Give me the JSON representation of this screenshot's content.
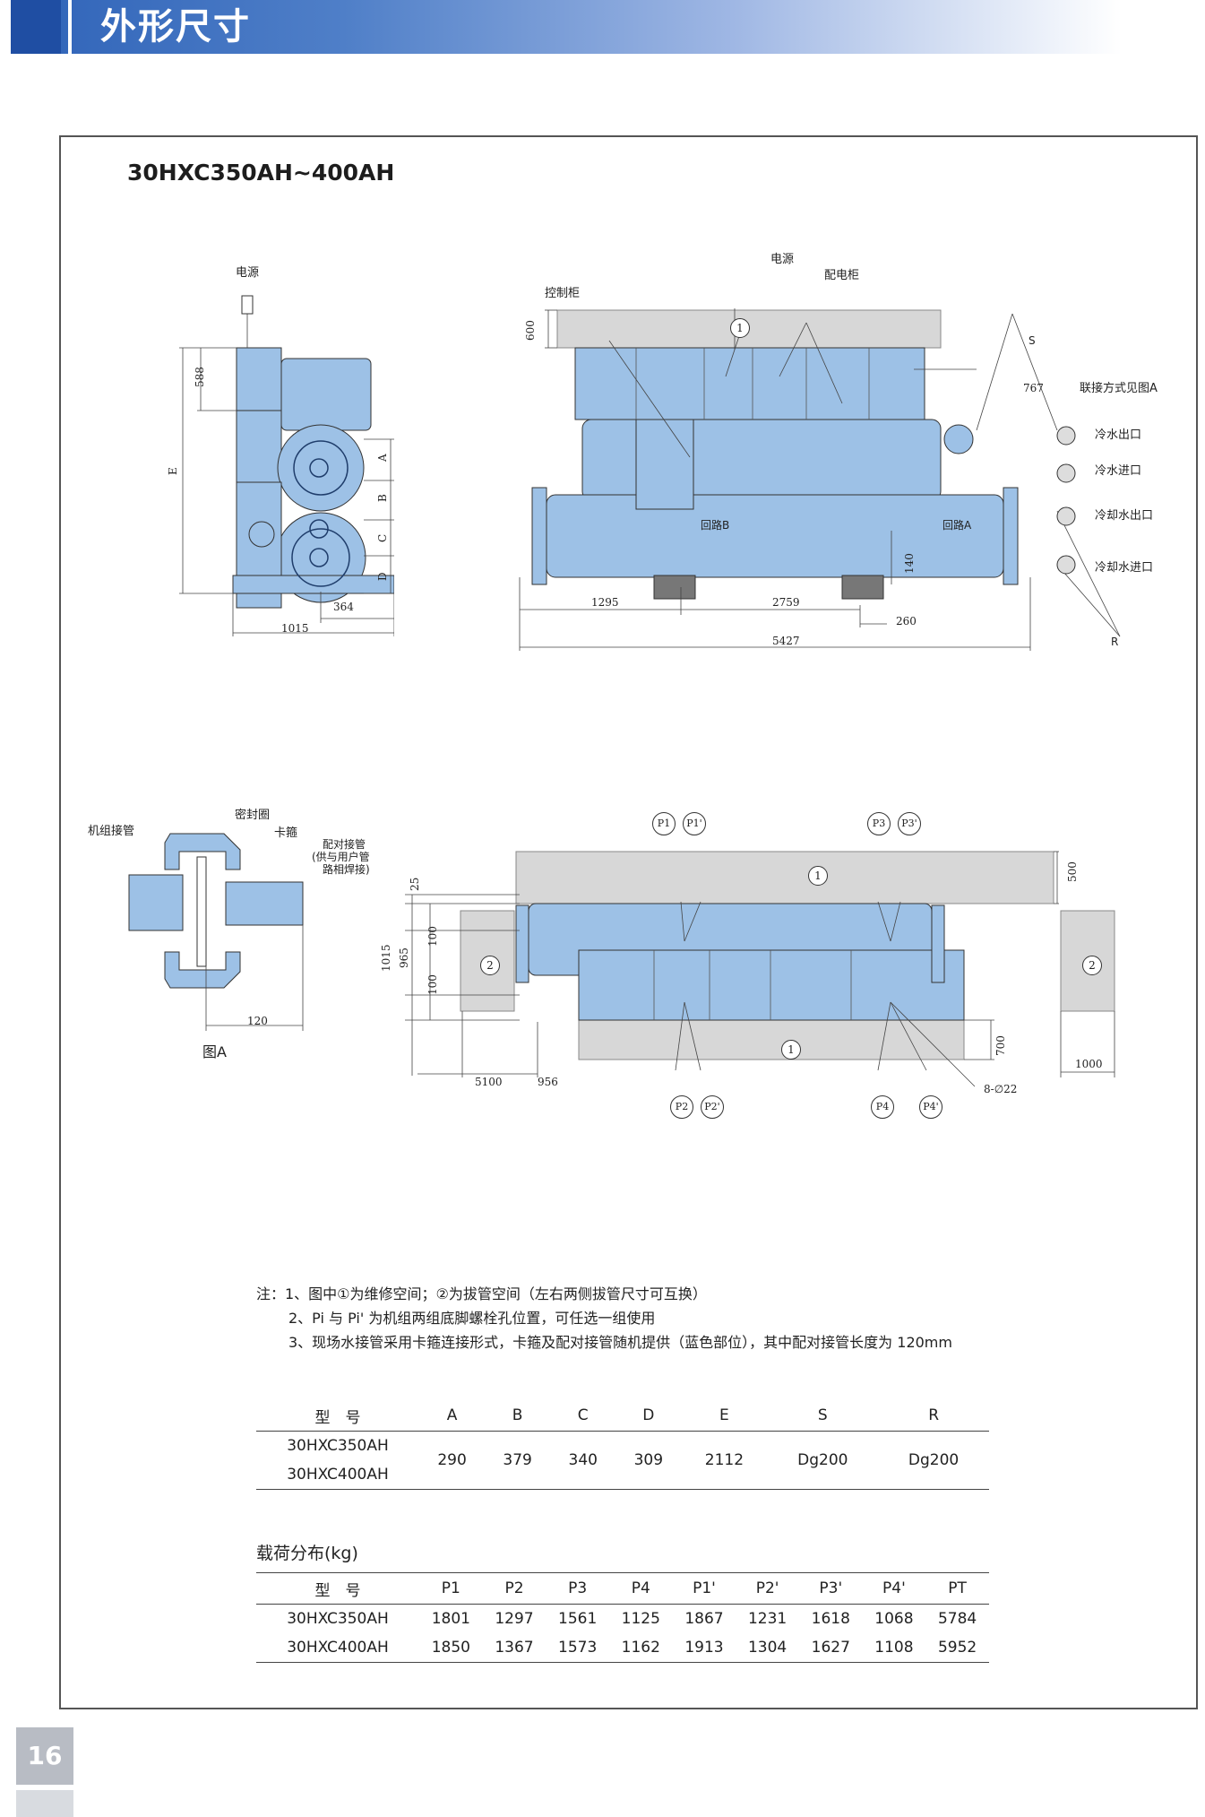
{
  "header": {
    "title": "外形尺寸"
  },
  "model_heading": "30HXC350AH~400AH",
  "page_number": "16",
  "drawing_top": {
    "side_view": {
      "power_label": "电源",
      "dims": {
        "d588": "588",
        "dE": "E",
        "dA": "A",
        "dB": "B",
        "dC": "C",
        "dD": "D",
        "d364": "364",
        "d1015": "1015"
      }
    },
    "front_view": {
      "power_label": "电源",
      "control_cabinet": "控制柜",
      "distribution_cabinet": "配电柜",
      "circuit_b": "回路B",
      "circuit_a": "回路A",
      "connection_note": "联接方式见图A",
      "chilled_out": "冷水出口",
      "chilled_in": "冷水进口",
      "cooling_out": "冷却水出口",
      "cooling_in": "冷却水进口",
      "label_s": "S",
      "label_r": "R",
      "service_mark": "1",
      "dims": {
        "d600": "600",
        "d767": "767",
        "d1295": "1295",
        "d2759": "2759",
        "d140": "140",
        "d260": "260",
        "d5427": "5427"
      }
    }
  },
  "detail_a": {
    "unit_pipe": "机组接管",
    "seal": "密封圈",
    "clamp": "卡箍",
    "mating_pipe_1": "配对接管",
    "mating_pipe_2": "(供与用户管",
    "mating_pipe_3": "路相焊接)",
    "dim_120": "120",
    "caption": "图A"
  },
  "drawing_plan": {
    "service_mark": "1",
    "pull_mark": "2",
    "p_labels": {
      "p1": "P1",
      "p1p": "P1'",
      "p3": "P3",
      "p3p": "P3'",
      "p2": "P2",
      "p2p": "P2'",
      "p4": "P4",
      "p4p": "P4'"
    },
    "dims": {
      "d25": "25",
      "d100a": "100",
      "d1015": "1015",
      "d965": "965",
      "d100b": "100",
      "d500": "500",
      "d700": "700",
      "d5100": "5100",
      "d956": "956",
      "d1000": "1000",
      "d822": "8-∅22"
    }
  },
  "notes": {
    "line1": "注：1、图中①为维修空间；②为拔管空间（左右两侧拔管尺寸可互换）",
    "line2": "2、Pi 与 Pi' 为机组两组底脚螺栓孔位置，可任选一组使用",
    "line3": "3、现场水接管采用卡箍连接形式，卡箍及配对接管随机提供（蓝色部位），其中配对接管长度为 120mm"
  },
  "dim_table": {
    "headers": [
      "型　号",
      "A",
      "B",
      "C",
      "D",
      "E",
      "S",
      "R"
    ],
    "models": [
      "30HXC350AH",
      "30HXC400AH"
    ],
    "values": [
      "290",
      "379",
      "340",
      "309",
      "2112",
      "Dg200",
      "Dg200"
    ]
  },
  "load_table": {
    "title": "载荷分布(kg)",
    "headers": [
      "型　号",
      "P1",
      "P2",
      "P3",
      "P4",
      "P1'",
      "P2'",
      "P3'",
      "P4'",
      "PT"
    ],
    "rows": [
      [
        "30HXC350AH",
        "1801",
        "1297",
        "1561",
        "1125",
        "1867",
        "1231",
        "1618",
        "1068",
        "5784"
      ],
      [
        "30HXC400AH",
        "1850",
        "1367",
        "1573",
        "1162",
        "1913",
        "1304",
        "1627",
        "1108",
        "5952"
      ]
    ]
  }
}
